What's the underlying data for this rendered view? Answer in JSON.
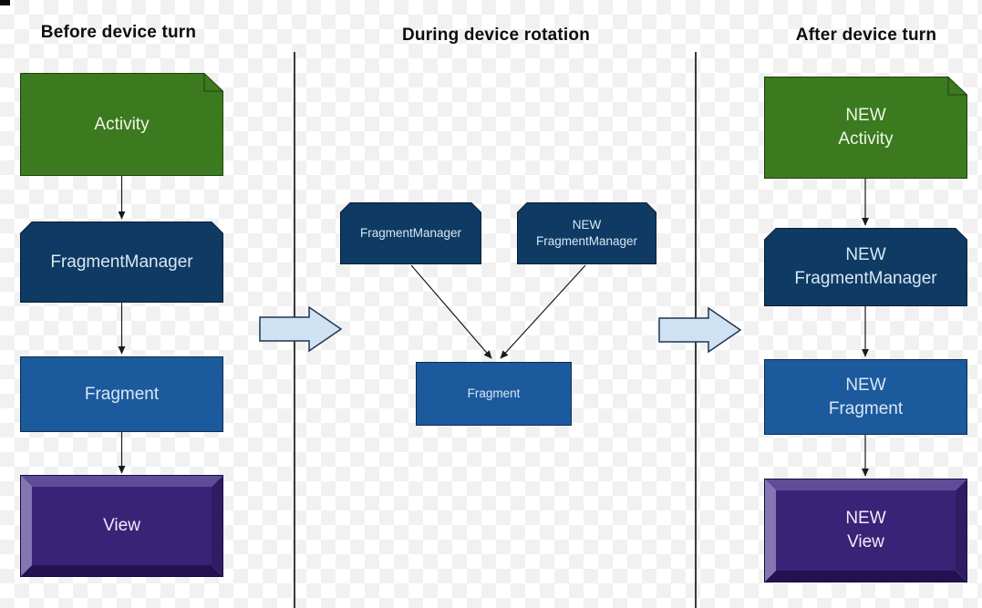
{
  "diagram": {
    "columns": {
      "before": {
        "title": "Before device turn",
        "nodes": {
          "activity": {
            "lines": [
              "Activity"
            ]
          },
          "fragment_manager": {
            "lines": [
              "FragmentManager"
            ]
          },
          "fragment": {
            "lines": [
              "Fragment"
            ]
          },
          "view": {
            "lines": [
              "View"
            ]
          }
        }
      },
      "during": {
        "title": "During device rotation",
        "nodes": {
          "fragment_manager": {
            "lines": [
              "FragmentManager"
            ]
          },
          "new_fragment_manager": {
            "lines": [
              "NEW",
              "FragmentManager"
            ]
          },
          "fragment": {
            "lines": [
              "Fragment"
            ]
          }
        }
      },
      "after": {
        "title": "After device turn",
        "nodes": {
          "new_activity": {
            "lines": [
              "NEW",
              "Activity"
            ]
          },
          "new_fragment_manager": {
            "lines": [
              "NEW",
              "FragmentManager"
            ]
          },
          "new_fragment": {
            "lines": [
              "NEW",
              "Fragment"
            ]
          },
          "new_view": {
            "lines": [
              "NEW",
              "View"
            ]
          }
        }
      }
    },
    "colors": {
      "activity_fill": "#3b7a1e",
      "manager_fill": "#0e3a63",
      "fragment_fill": "#1c5a9e",
      "view_fill": "#392377",
      "view_bevel_top": "#5e4c99",
      "view_bevel_left": "#8376b1",
      "view_bevel_right": "#2e1d63",
      "view_bevel_bottom": "#221254",
      "transition_arrow_fill": "#cfe2f3",
      "connector_stroke": "#1a1a1a",
      "divider": "#3a3a3a"
    }
  }
}
